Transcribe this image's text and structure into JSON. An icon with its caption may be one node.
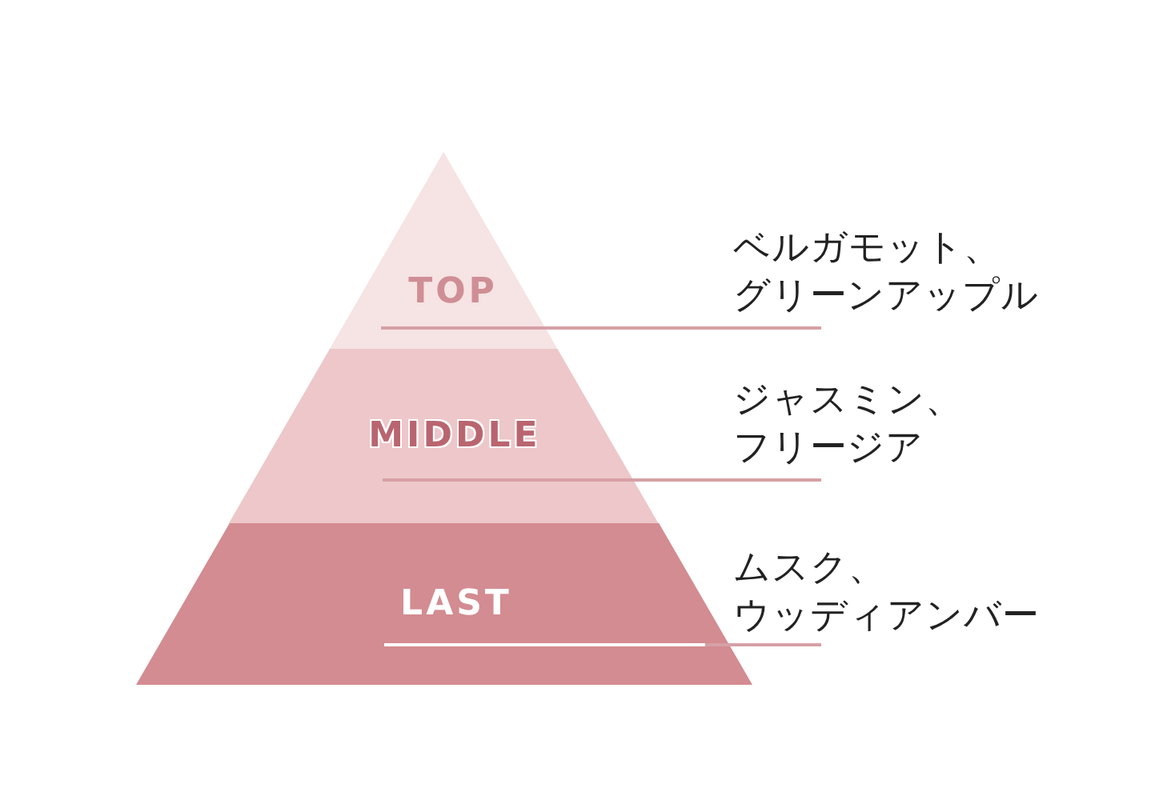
{
  "diagram": {
    "nodes": [
      {
        "text": [
          "TOP"
        ]
      },
      {
        "text": [
          "MIDDLE"
        ]
      },
      {
        "text": [
          "LAST"
        ]
      },
      {
        "text": [
          "ベルガモット、グリーンアップル"
        ]
      },
      {
        "text": [
          "ジャスミン、フリージア"
        ]
      },
      {
        "text": [
          "ムスク、ウッディアンバー"
        ]
      }
    ],
    "edges": [
      {
        "from": 0,
        "to": 3,
        "arrow": "none"
      },
      {
        "from": 1,
        "to": 4,
        "arrow": "none"
      },
      {
        "from": 2,
        "to": 5,
        "arrow": "none"
      }
    ]
  }
}
